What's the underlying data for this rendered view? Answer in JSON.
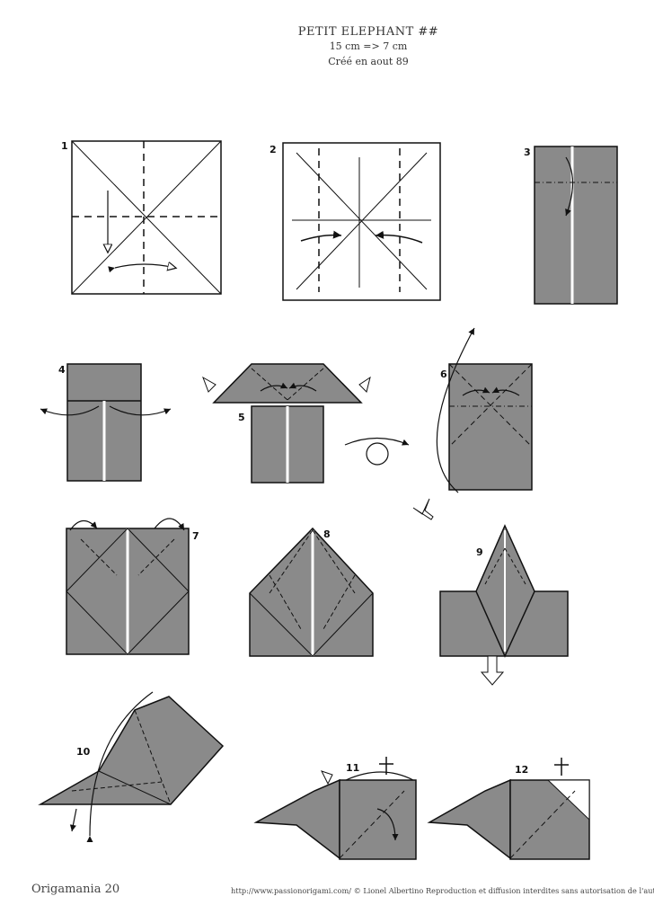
{
  "header": {
    "title": "PETIT ELEPHANT ##",
    "size": "15 cm => 7 cm",
    "created": "Créé en aout 89"
  },
  "steps": [
    "1",
    "2",
    "3",
    "4",
    "5",
    "6",
    "7",
    "8",
    "9",
    "10",
    "11",
    "12"
  ],
  "colors": {
    "paper_grey": "#8a8a8a",
    "line": "#111111",
    "paper_white": "#ffffff"
  },
  "footer": {
    "left": "Origamania 20",
    "right": "http://www.passionorigami.com/ © Lionel Albertino Reproduction et diffusion interdites sans autorisation de l'auteur"
  }
}
